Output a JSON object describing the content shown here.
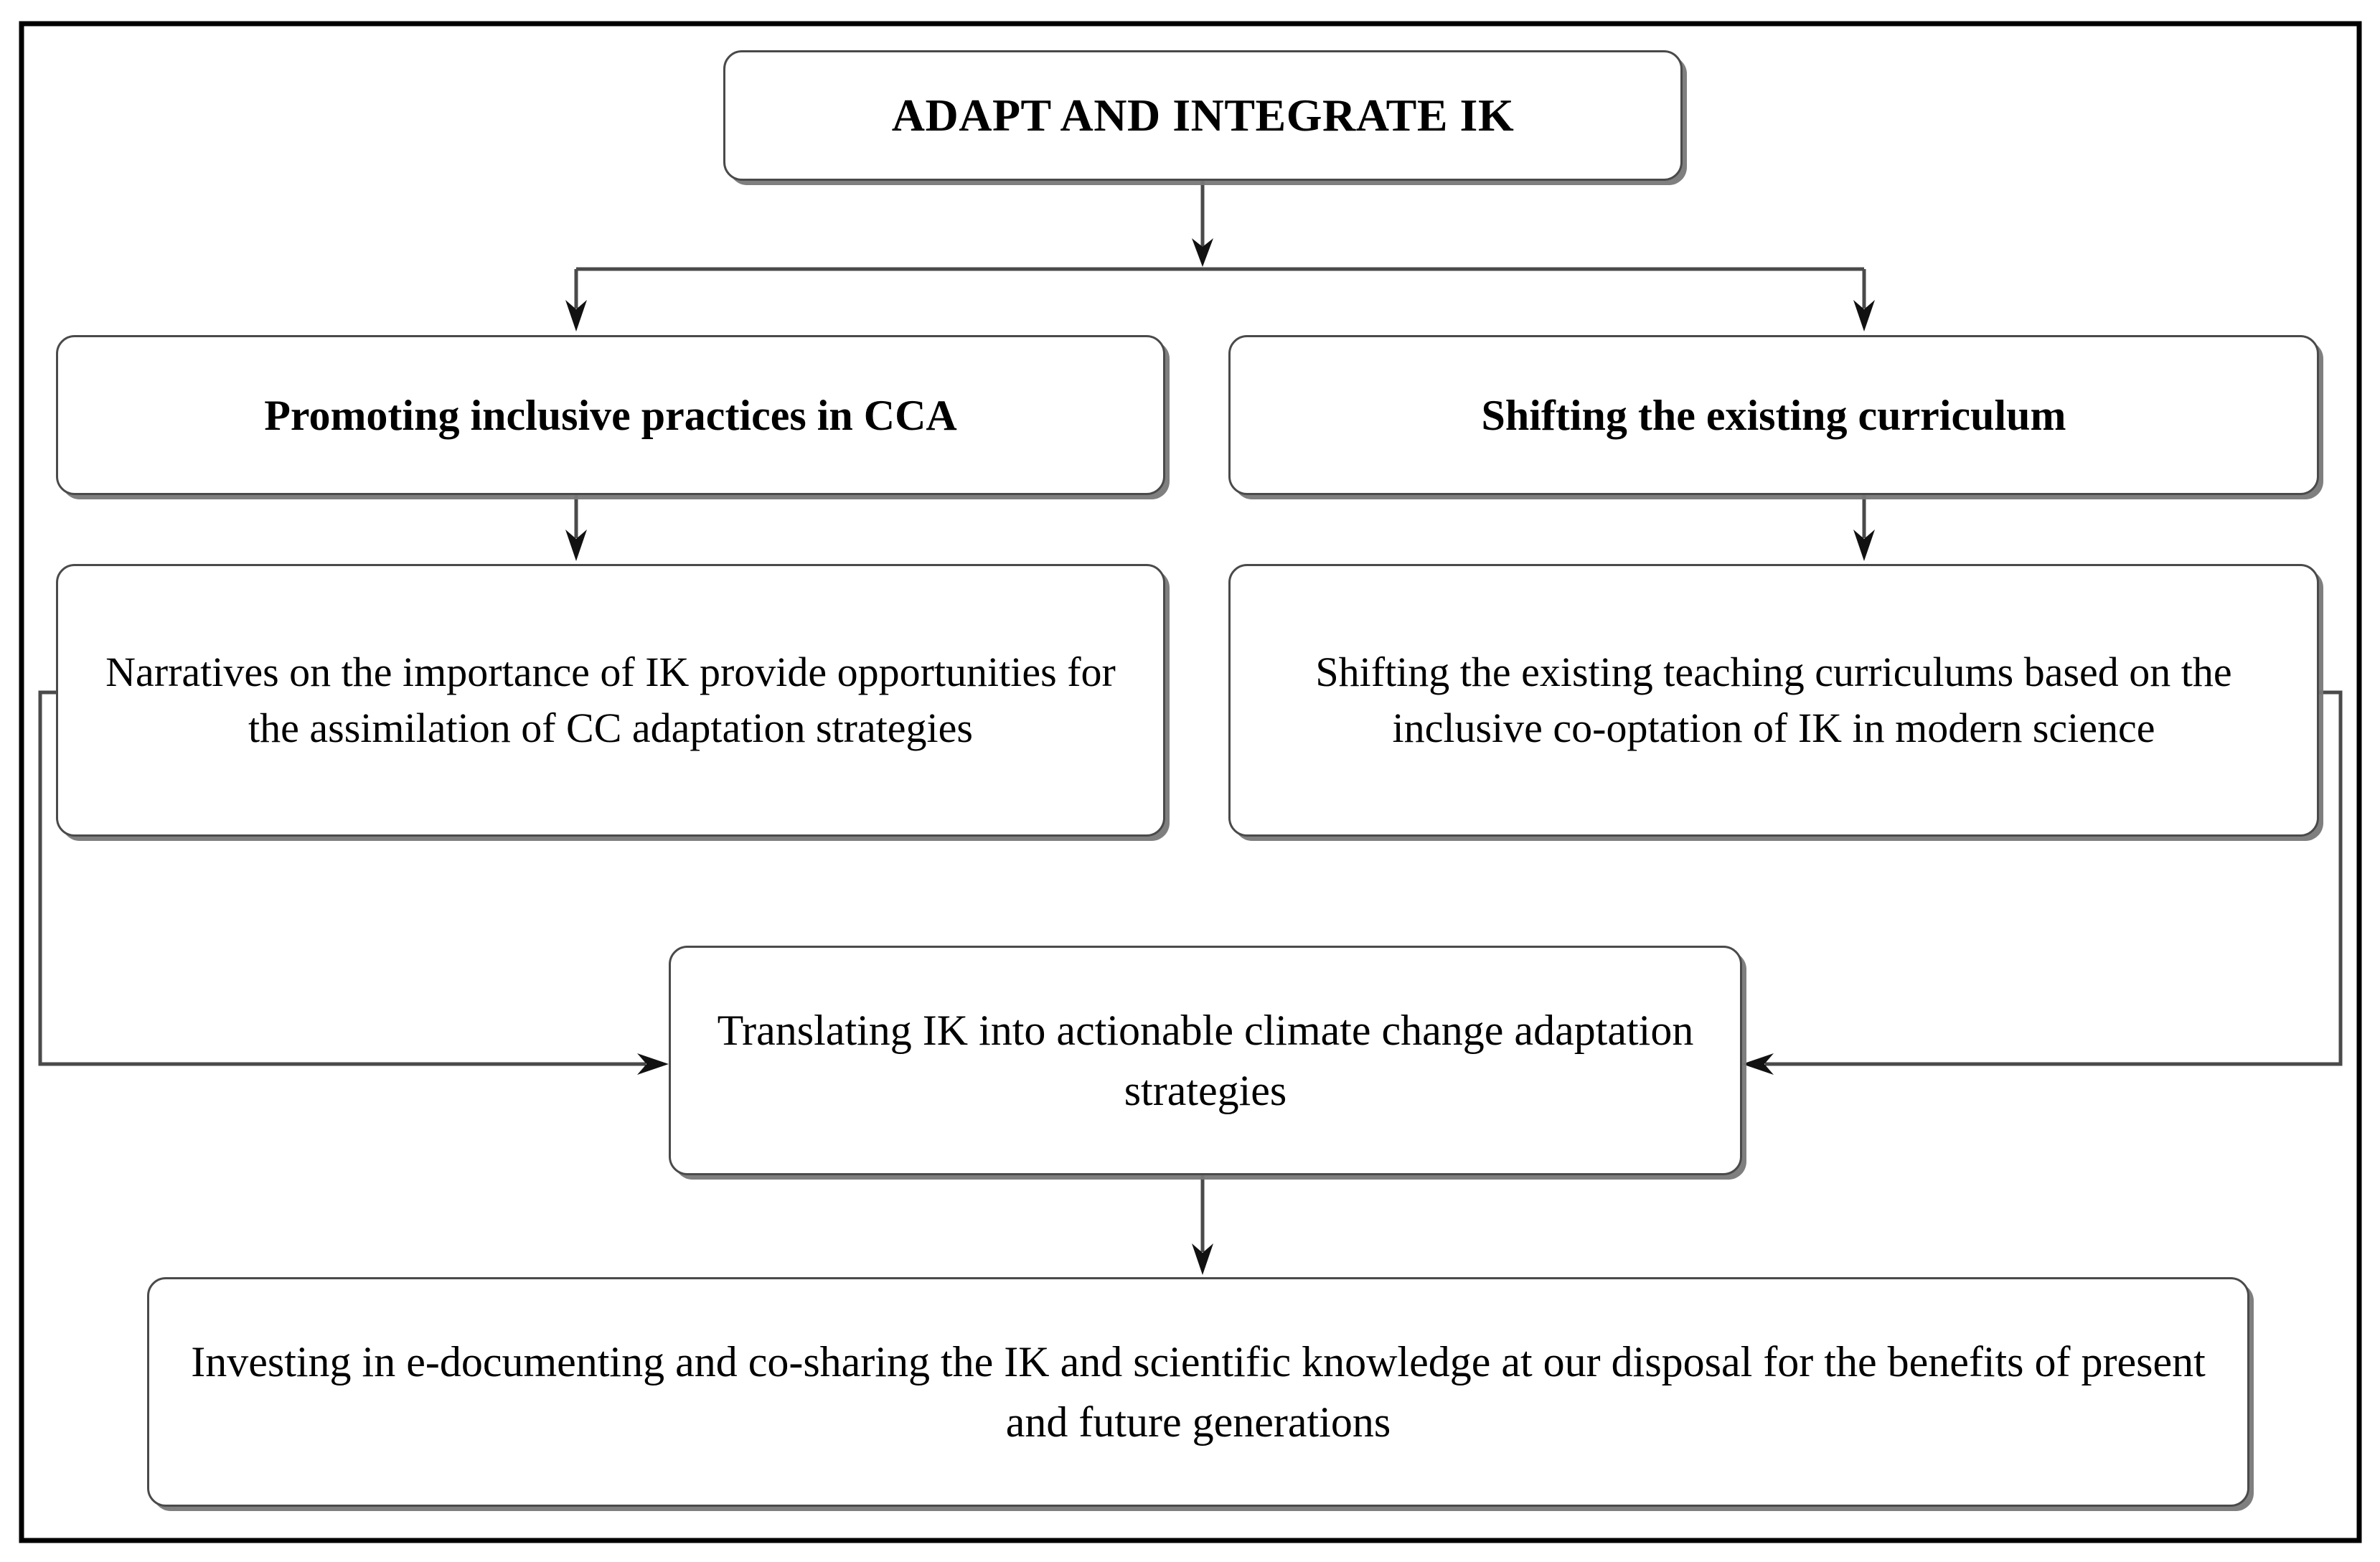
{
  "diagram": {
    "type": "flowchart",
    "title_node": "ADAPT AND INTEGRATE IK",
    "nodes": [
      {
        "id": "root",
        "label": "ADAPT AND INTEGRATE IK",
        "style": "bold-uppercase"
      },
      {
        "id": "branch-left",
        "label": "Promoting inclusive practices in CCA",
        "style": "bold"
      },
      {
        "id": "branch-right",
        "label": "Shifting the existing curriculum",
        "style": "bold"
      },
      {
        "id": "detail-left",
        "label": "Narratives on the importance of IK provide opportunities for the assimilation of CC adaptation strategies",
        "style": "regular"
      },
      {
        "id": "detail-right",
        "label": "Shifting the existing teaching curriculums based on the inclusive co-optation of IK in modern science",
        "style": "regular"
      },
      {
        "id": "converge",
        "label": "Translating IK into actionable climate change adaptation strategies",
        "style": "regular"
      },
      {
        "id": "outcome",
        "label": "Investing in e-documenting and co-sharing the IK and scientific knowledge at our disposal for the benefits of present and future generations",
        "style": "regular"
      }
    ],
    "edges": [
      {
        "from": "root",
        "to": "branch-left",
        "kind": "split-down-arrow"
      },
      {
        "from": "root",
        "to": "branch-right",
        "kind": "split-down-arrow"
      },
      {
        "from": "branch-left",
        "to": "detail-left",
        "kind": "down-arrow"
      },
      {
        "from": "branch-right",
        "to": "detail-right",
        "kind": "down-arrow"
      },
      {
        "from": "detail-left",
        "to": "converge",
        "kind": "left-loop-arrow"
      },
      {
        "from": "detail-right",
        "to": "converge",
        "kind": "right-loop-arrow"
      },
      {
        "from": "converge",
        "to": "outcome",
        "kind": "down-arrow"
      }
    ],
    "colors": {
      "frame": "#000000",
      "box_border": "#4a4a4a",
      "box_shadow": "#787878",
      "connector": "#4a4a4a",
      "arrowhead": "#000000",
      "text": "#000000",
      "background": "#ffffff"
    }
  }
}
